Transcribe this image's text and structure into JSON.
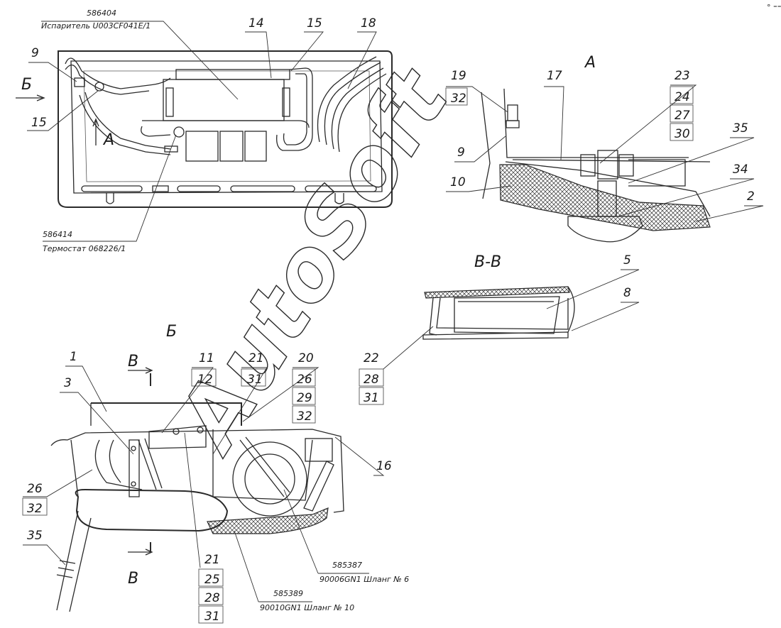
{
  "watermark": "AutoSoft",
  "corner_mark": "° ⁼⁼⁼",
  "views": {
    "main": {
      "part1_code": "586404",
      "part1_name": "Испаритель U003CF041E/1",
      "part2_code": "586414",
      "part2_name": "Термостат 068226/1",
      "callouts": [
        "14",
        "15",
        "18",
        "9",
        "15"
      ],
      "view_arrow_b": "Б",
      "view_arrow_a": "А"
    },
    "view_a": {
      "title": "А",
      "callouts": [
        "19",
        "32",
        "17",
        "23",
        "24",
        "27",
        "30",
        "35",
        "34",
        "9",
        "10",
        "2"
      ]
    },
    "section_vv": {
      "title": "В-В",
      "callouts": [
        "5",
        "8"
      ]
    },
    "view_b": {
      "title": "Б",
      "section_mark": "В",
      "callouts_top": [
        "1",
        "3",
        "11",
        "12",
        "21",
        "31",
        "20",
        "26",
        "29",
        "32",
        "22",
        "28",
        "31",
        "16"
      ],
      "callouts_left": [
        "26",
        "32",
        "35"
      ],
      "callouts_bottom": [
        "21",
        "25",
        "28",
        "31"
      ],
      "hose6_code": "585387",
      "hose6_name": "90006GN1 Шланг № 6",
      "hose10_code": "585389",
      "hose10_name": "90010GN1 Шланг № 10"
    }
  }
}
